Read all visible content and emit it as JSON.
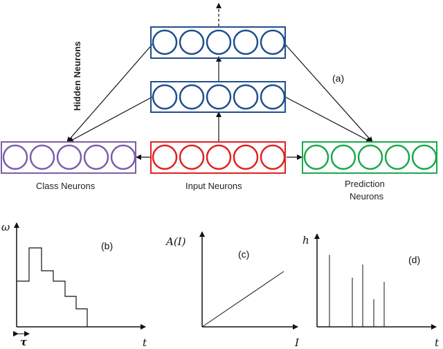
{
  "network": {
    "hidden_label": "Hidden Neurons",
    "class_label": "Class Neurons",
    "input_label": "Input Neurons",
    "prediction_label_line1": "Prediction",
    "prediction_label_line2": "Neurons",
    "panel_a": "(a)",
    "colors": {
      "hidden": "#1f4e8c",
      "class": "#7b5ea7",
      "input": "#e02020",
      "prediction": "#1aa84a"
    }
  },
  "plot_b": {
    "panel": "(b)",
    "ylabel": "ω",
    "xlabel": "t",
    "tau_label": "τ"
  },
  "plot_c": {
    "panel": "(c)",
    "ylabel": "A(I)",
    "xlabel": "I"
  },
  "plot_d": {
    "panel": "(d)",
    "ylabel": "h",
    "xlabel": "t"
  }
}
